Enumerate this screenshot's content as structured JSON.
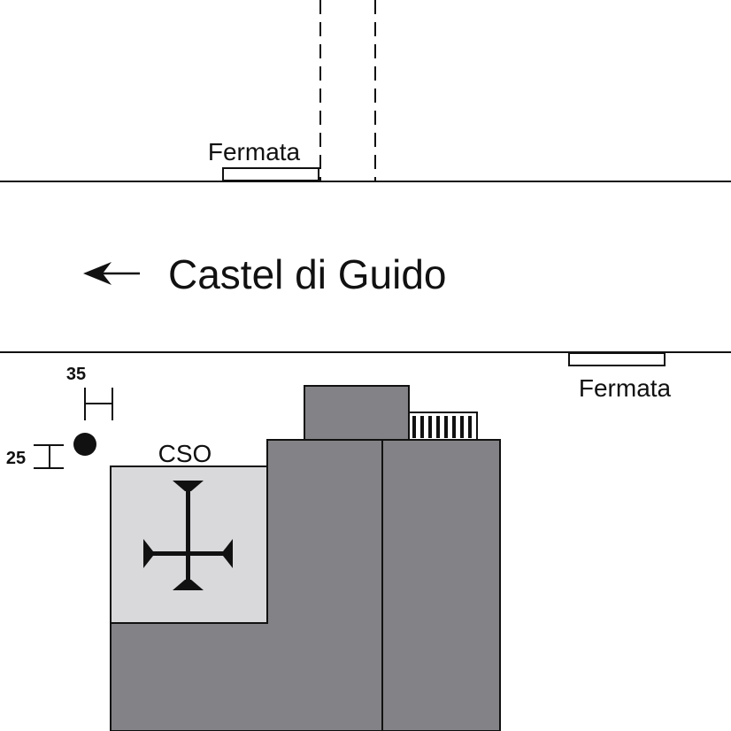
{
  "street": {
    "name": "Castel di Guido",
    "direction": "left"
  },
  "stops": [
    {
      "label": "Fermata"
    },
    {
      "label": "Fermata"
    }
  ],
  "site": {
    "label": "CSO"
  },
  "dimensions": {
    "horizontal": "35",
    "vertical": "25"
  },
  "colors": {
    "building": "#838286",
    "courtyard": "#d9d9dc",
    "line": "#111111"
  },
  "icons": {
    "arrow": "arrow-left-icon",
    "cross": "cross-pattee-icon",
    "marker": "dot-marker-icon"
  }
}
